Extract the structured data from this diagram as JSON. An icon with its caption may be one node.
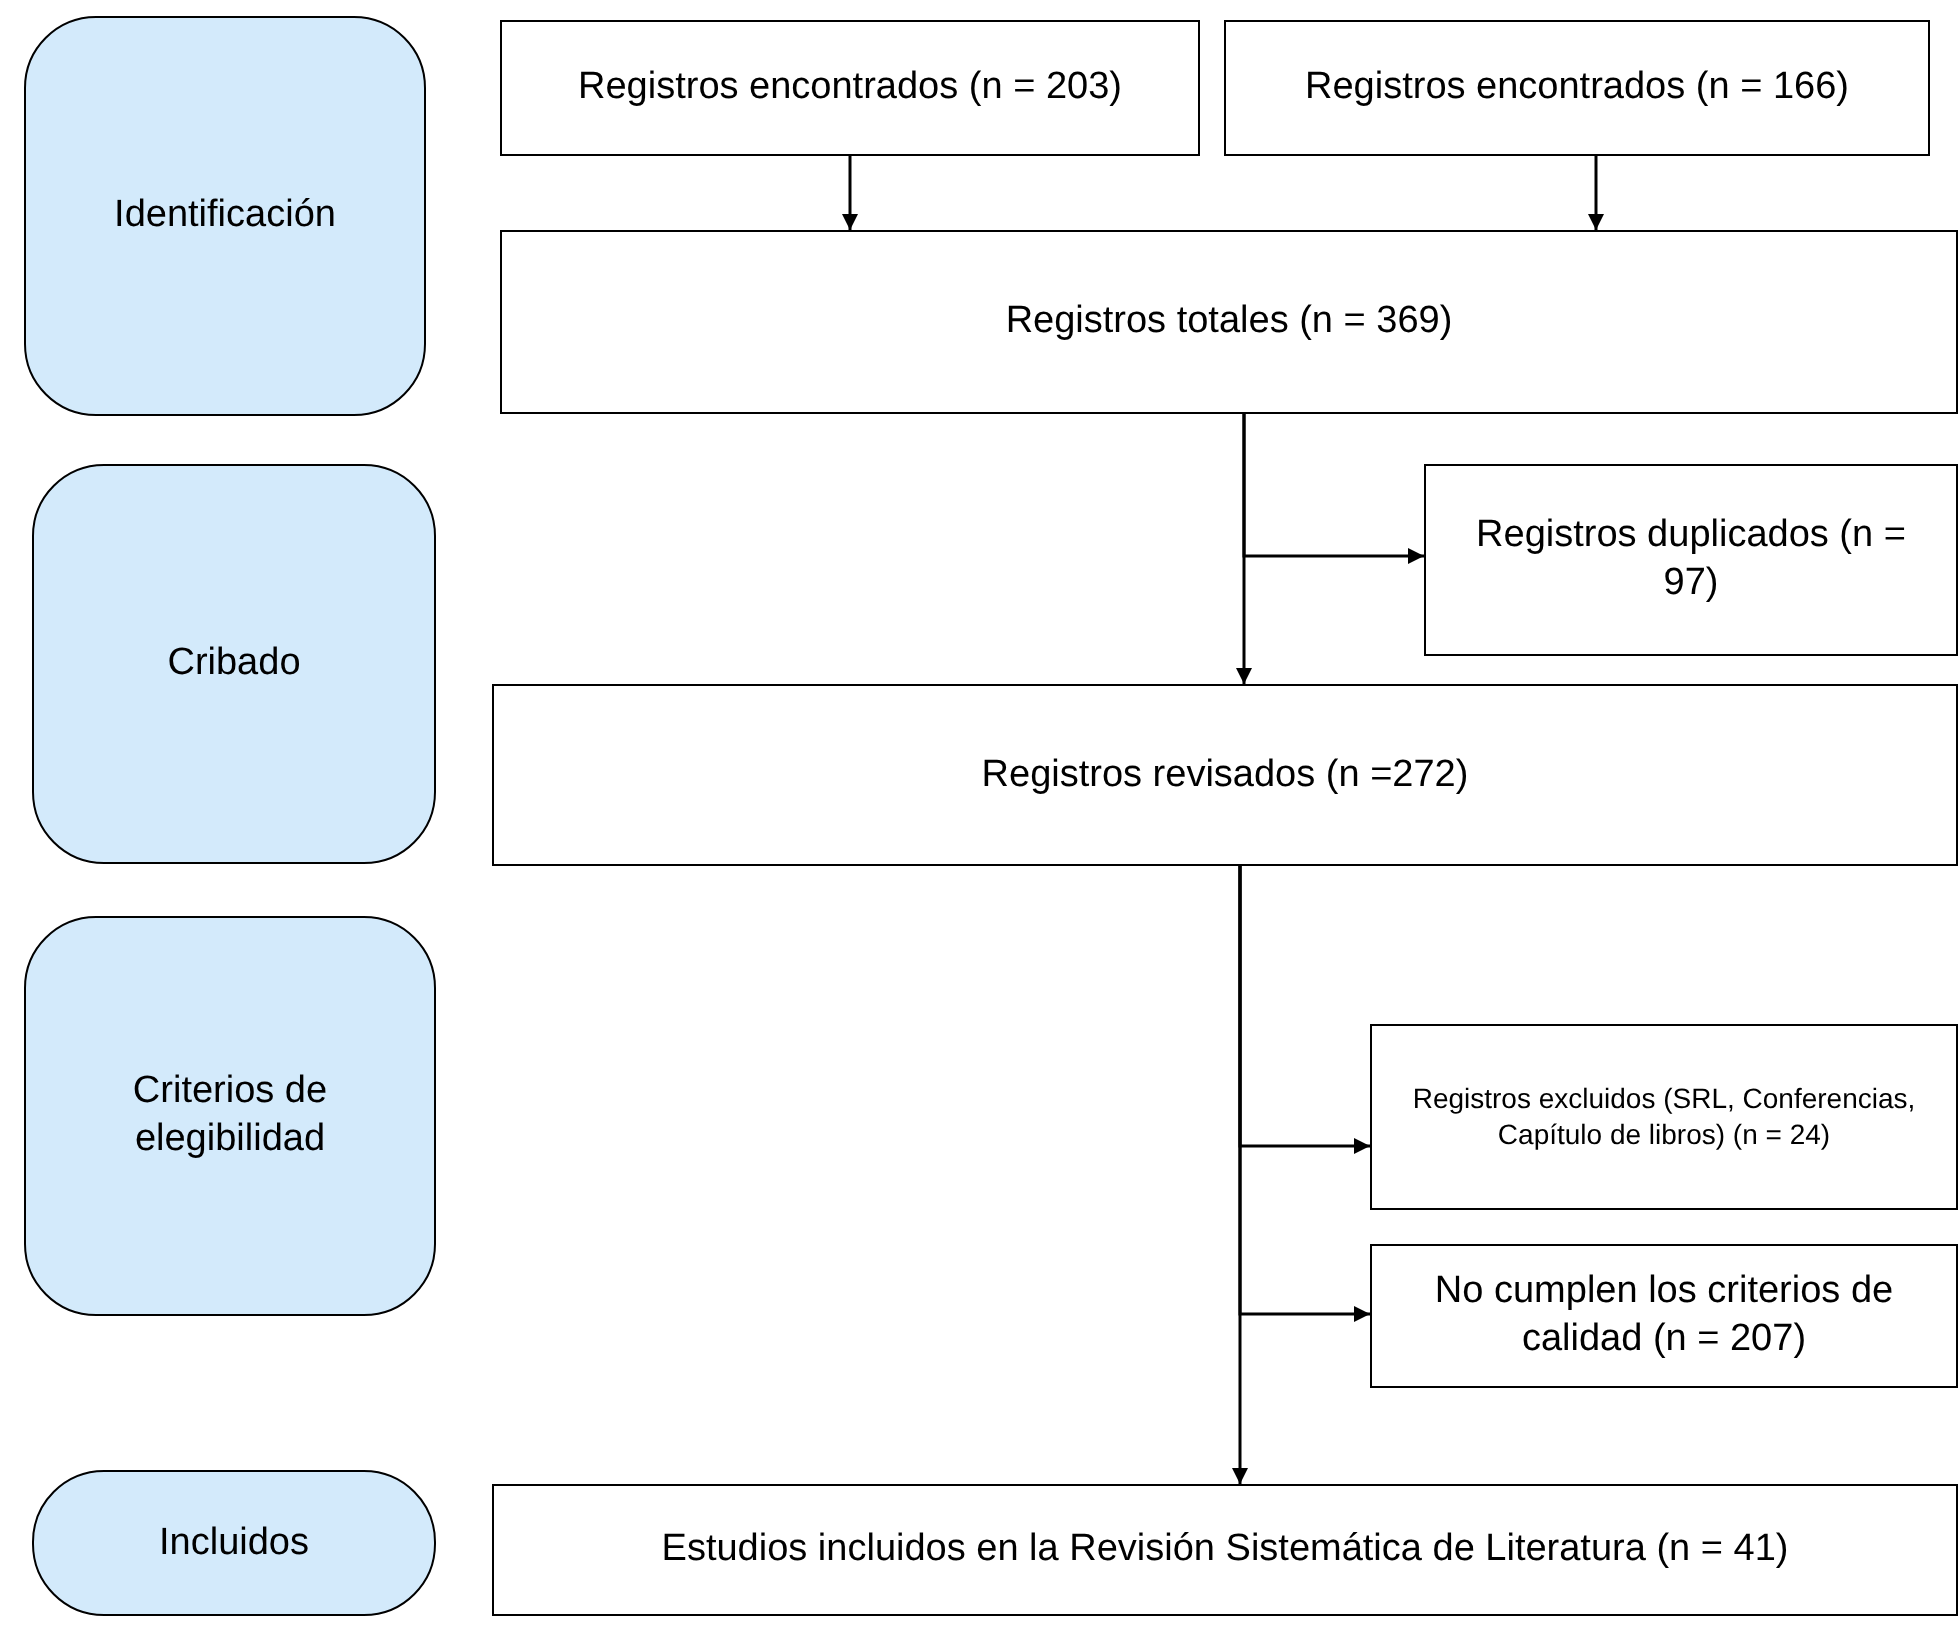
{
  "diagram": {
    "nodes": [
      {
        "text": [
          "Identificación"
        ]
      },
      {
        "text": [
          "Cribado"
        ]
      },
      {
        "text": [
          "Criterios de elegibilidad"
        ]
      },
      {
        "text": [
          "Incluidos"
        ]
      },
      {
        "text": [
          "Registros encontrados (n = 203)"
        ]
      },
      {
        "text": [
          "Registros encontrados (n = 166)"
        ]
      },
      {
        "text": [
          "Registros totales (n = 369)"
        ]
      },
      {
        "text": [
          "Registros duplicados (n = 97)"
        ]
      },
      {
        "text": [
          "Registros revisados (n =272)"
        ]
      },
      {
        "text": [
          "Registros excluidos (SRL, Conferencias, Capítulo de libros) (n = 24)"
        ]
      },
      {
        "text": [
          "No cumplen los criterios de calidad (n = 207)"
        ]
      },
      {
        "text": [
          "Estudios incluidos en la Revisión Sistemática de Literatura (n = 41)"
        ]
      }
    ],
    "edges": [
      {
        "from": 4,
        "to": 6,
        "arrow": "to"
      },
      {
        "from": 5,
        "to": 6,
        "arrow": "to"
      },
      {
        "from": 6,
        "to": 7,
        "arrow": "to"
      },
      {
        "from": 6,
        "to": 8,
        "arrow": "to"
      },
      {
        "from": 8,
        "to": 9,
        "arrow": "to"
      },
      {
        "from": 8,
        "to": 10,
        "arrow": "to"
      },
      {
        "from": 8,
        "to": 11,
        "arrow": "to"
      }
    ]
  }
}
